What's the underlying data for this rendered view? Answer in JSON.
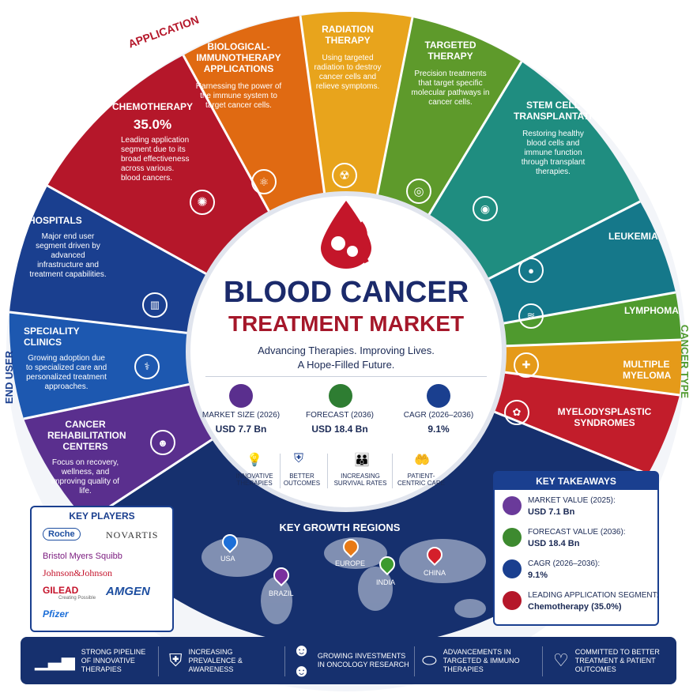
{
  "arc_labels": {
    "application": "APPLICATION",
    "end_user": "END USER",
    "cancer_type": "CANCER TYPE"
  },
  "applications": [
    {
      "title": "CHEMOTHERAPY",
      "value": "35.0%",
      "desc": "Leading application segment due to its broad effectiveness across various. blood cancers.",
      "icon": "virus-icon",
      "color": "#b5172a"
    },
    {
      "title": "BIOLOGICAL-IMMUNOTHERAPY APPLICATIONS",
      "desc": "Harnessing the power of the immune system to target cancer cells.",
      "icon": "molecule-icon",
      "color": "#e06a12"
    },
    {
      "title": "RADIATION THERAPY",
      "desc": "Using targeted radiation to destroy cancer cells and relieve symptoms.",
      "icon": "radiation-icon",
      "color": "#e8a41c"
    },
    {
      "title": "TARGETED THERAPY",
      "desc": "Precision treatments that target specific molecular pathways in cancer cells.",
      "icon": "target-icon",
      "color": "#5e9a2b"
    },
    {
      "title": "STEM CELL TRANSPLANTATION",
      "desc": "Restoring healthy blood cells and immune function through transplant therapies.",
      "icon": "cell-icon",
      "color": "#1f8d80"
    }
  ],
  "cancer_types": [
    {
      "label": "LEUKEMIA",
      "icon": "blood-cells-icon",
      "color": "#15788a"
    },
    {
      "label": "LYMPHOMA",
      "icon": "lymph-icon",
      "color": "#4f9a2e"
    },
    {
      "label": "MULTIPLE MYELOMA",
      "icon": "bone-icon",
      "color": "#e59a19"
    },
    {
      "label": "MYELODYSPLASTIC SYNDROMES",
      "icon": "marrow-icon",
      "color": "#c21d2b"
    }
  ],
  "end_users": [
    {
      "title": "HOSPITALS",
      "desc": "Major end user segment driven by advanced infrastructure and treatment capabilities.",
      "icon": "hospital-icon",
      "color": "#1a3f8f"
    },
    {
      "title": "SPECIALITY CLINICS",
      "desc": "Growing adoption due to specialized care and personalized treatment approaches.",
      "icon": "stethoscope-icon",
      "color": "#1d58b0"
    },
    {
      "title": "CANCER REHABILITATION CENTERS",
      "desc": "Focus on recovery, wellness, and improving quality of life.",
      "icon": "people-icon",
      "color": "#5a2f8e"
    }
  ],
  "center": {
    "title_line1": "BLOOD CANCER",
    "title_line2": "TREATMENT MARKET",
    "tagline1": "Advancing Therapies. Improving Lives.",
    "tagline2": "A Hope-Filled Future.",
    "stats": [
      {
        "label": "MARKET SIZE (2026)",
        "value": "USD 7.7 Bn",
        "color": "#5a2f8e"
      },
      {
        "label": "FORECAST (2036)",
        "value": "USD 18.4 Bn",
        "color": "#2e7d32"
      },
      {
        "label": "CAGR (2026–2036)",
        "value": "9.1%",
        "color": "#1a3f8f"
      }
    ],
    "features": [
      {
        "label": "INNOVATIVE THERAPIES",
        "icon": "lightbulb-icon"
      },
      {
        "label": "BETTER OUTCOMES",
        "icon": "shield-check-icon"
      },
      {
        "label": "INCREASING SURVIVAL RATES",
        "icon": "family-icon"
      },
      {
        "label": "PATIENT-CENTRIC CARE",
        "icon": "care-hands-icon"
      }
    ]
  },
  "key_players": {
    "title": "KEY PLAYERS",
    "logos": [
      "Roche",
      "NOVARTIS",
      "Bristol Myers Squibb",
      "Johnson&Johnson",
      "GILEAD",
      "Creating Possible",
      "AMGEN",
      "Pfizer"
    ]
  },
  "growth_regions": {
    "title": "KEY GROWTH REGIONS",
    "regions": [
      {
        "name": "USA",
        "color": "#1d6fd8"
      },
      {
        "name": "BRAZIL",
        "color": "#7a2f9e"
      },
      {
        "name": "EUROPE",
        "color": "#e87a16"
      },
      {
        "name": "INDIA",
        "color": "#3d9a2f"
      },
      {
        "name": "CHINA",
        "color": "#d41f2b"
      }
    ]
  },
  "key_takeaways": {
    "title": "KEY TAKEAWAYS",
    "items": [
      {
        "label": "MARKET VALUE (2025):",
        "value": "USD 7.1 Bn",
        "color": "#6a3a9a"
      },
      {
        "label": "FORECAST VALUE (2036):",
        "value": "USD 18.4 Bn",
        "color": "#3d8a2f"
      },
      {
        "label": "CAGR (2026–2036):",
        "value": "9.1%",
        "color": "#1a3f8f"
      },
      {
        "label": "LEADING APPLICATION SEGMENT:",
        "value": "Chemotherapy (35.0%)",
        "color": "#b5172a"
      }
    ]
  },
  "bottom_bar": [
    {
      "text": "STRONG PIPELINE OF INNOVATIVE THERAPIES",
      "icon": "bar-chart-icon"
    },
    {
      "text": "INCREASING PREVALENCE & AWARENESS",
      "icon": "shield-check-icon"
    },
    {
      "text": "GROWING INVESTMENTS IN ONCOLOGY RESEARCH",
      "icon": "group-icon"
    },
    {
      "text": "ADVANCEMENTS IN TARGETED & IMMUNO THERAPIES",
      "icon": "pill-icon"
    },
    {
      "text": "COMMITTED TO BETTER TREATMENT & PATIENT OUTCOMES",
      "icon": "heart-hands-icon"
    }
  ]
}
